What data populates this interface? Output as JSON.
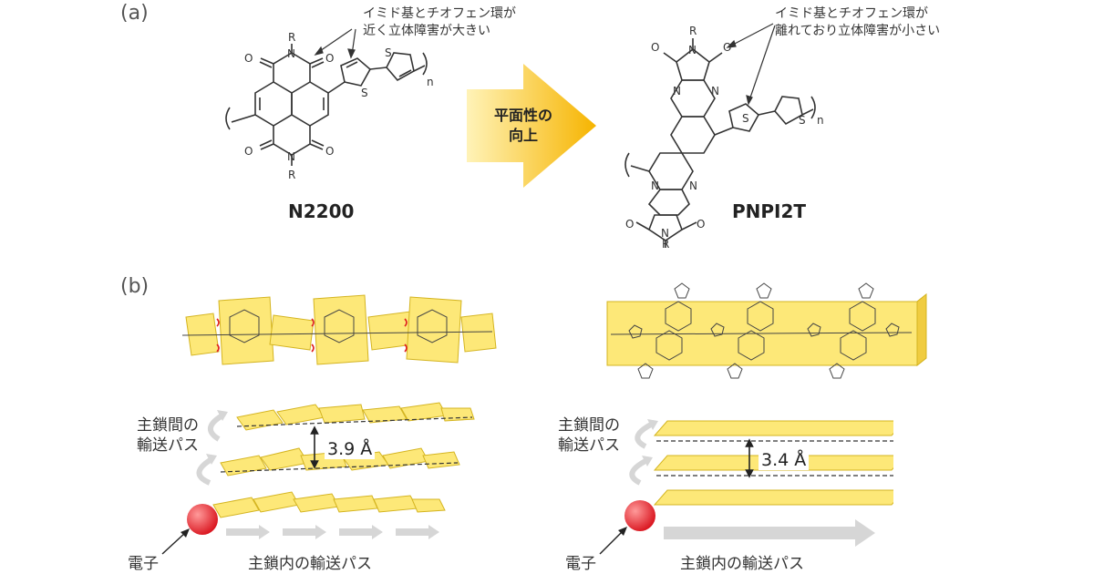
{
  "panel_a": {
    "label": "(a)",
    "left_note": [
      "イミド基とチオフェン環が",
      "近く立体障害が大きい"
    ],
    "right_note": [
      "イミド基とチオフェン環が",
      "離れており立体障害が小さい"
    ],
    "left_name": "N2200",
    "right_name": "PNPI2T",
    "arrow_text": [
      "平面性の",
      "向上"
    ]
  },
  "panel_b": {
    "label": "(b)",
    "left_distance": "3.9 Å",
    "right_distance": "3.4 Å",
    "interchain_label": [
      "主鎖間の",
      "輸送パス"
    ],
    "intrachain_label": "主鎖内の輸送パス",
    "electron_label": "電子"
  },
  "atoms": {
    "O": "O",
    "N": "N",
    "R": "R",
    "S": "S",
    "n": "n"
  },
  "colors": {
    "block": "#fde878",
    "block_edge": "#d4b420",
    "arrow_start": "#fff2b0",
    "arrow_end": "#f7b800",
    "electron": "#e8202a",
    "gray_arrow": "#d6d6d6"
  }
}
